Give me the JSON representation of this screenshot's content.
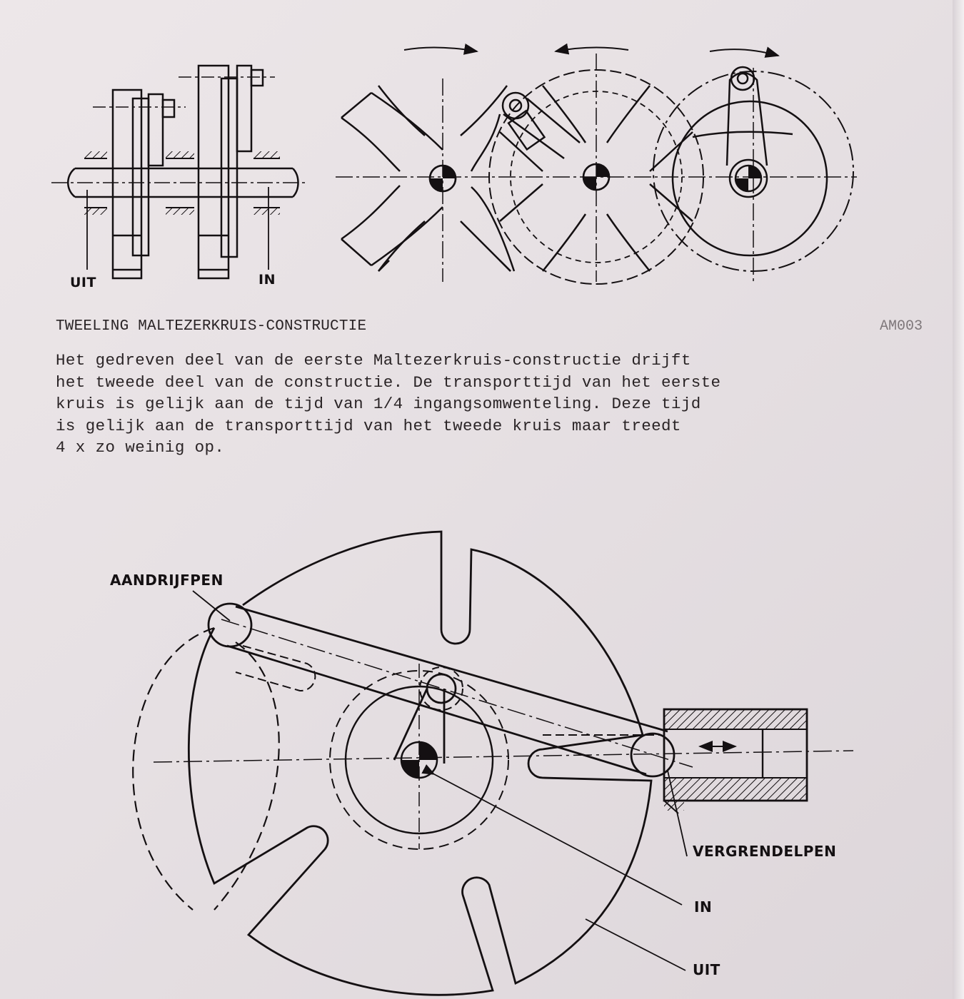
{
  "top_diagram": {
    "label_out": "UIT",
    "label_in": "IN"
  },
  "caption": {
    "title": "TWEELING MALTEZERKRUIS-CONSTRUCTIE",
    "code": "AM003",
    "body_lines": [
      "Het gedreven deel van de eerste Maltezerkruis-constructie drijft",
      "het tweede deel van de constructie. De transporttijd van het eerste",
      "kruis is gelijk aan de tijd van 1/4 ingangsomwenteling. Deze tijd",
      "is gelijk aan de transporttijd van het tweede kruis maar treedt",
      "4 x zo weinig op."
    ]
  },
  "bottom_diagram": {
    "label_drive_pin": "AANDRIJFPEN",
    "label_lock_pin": "VERGRENDELPEN",
    "label_in": "IN",
    "label_out": "UIT"
  },
  "colors": {
    "paper": "#e8e2e5",
    "ink": "#141012"
  }
}
